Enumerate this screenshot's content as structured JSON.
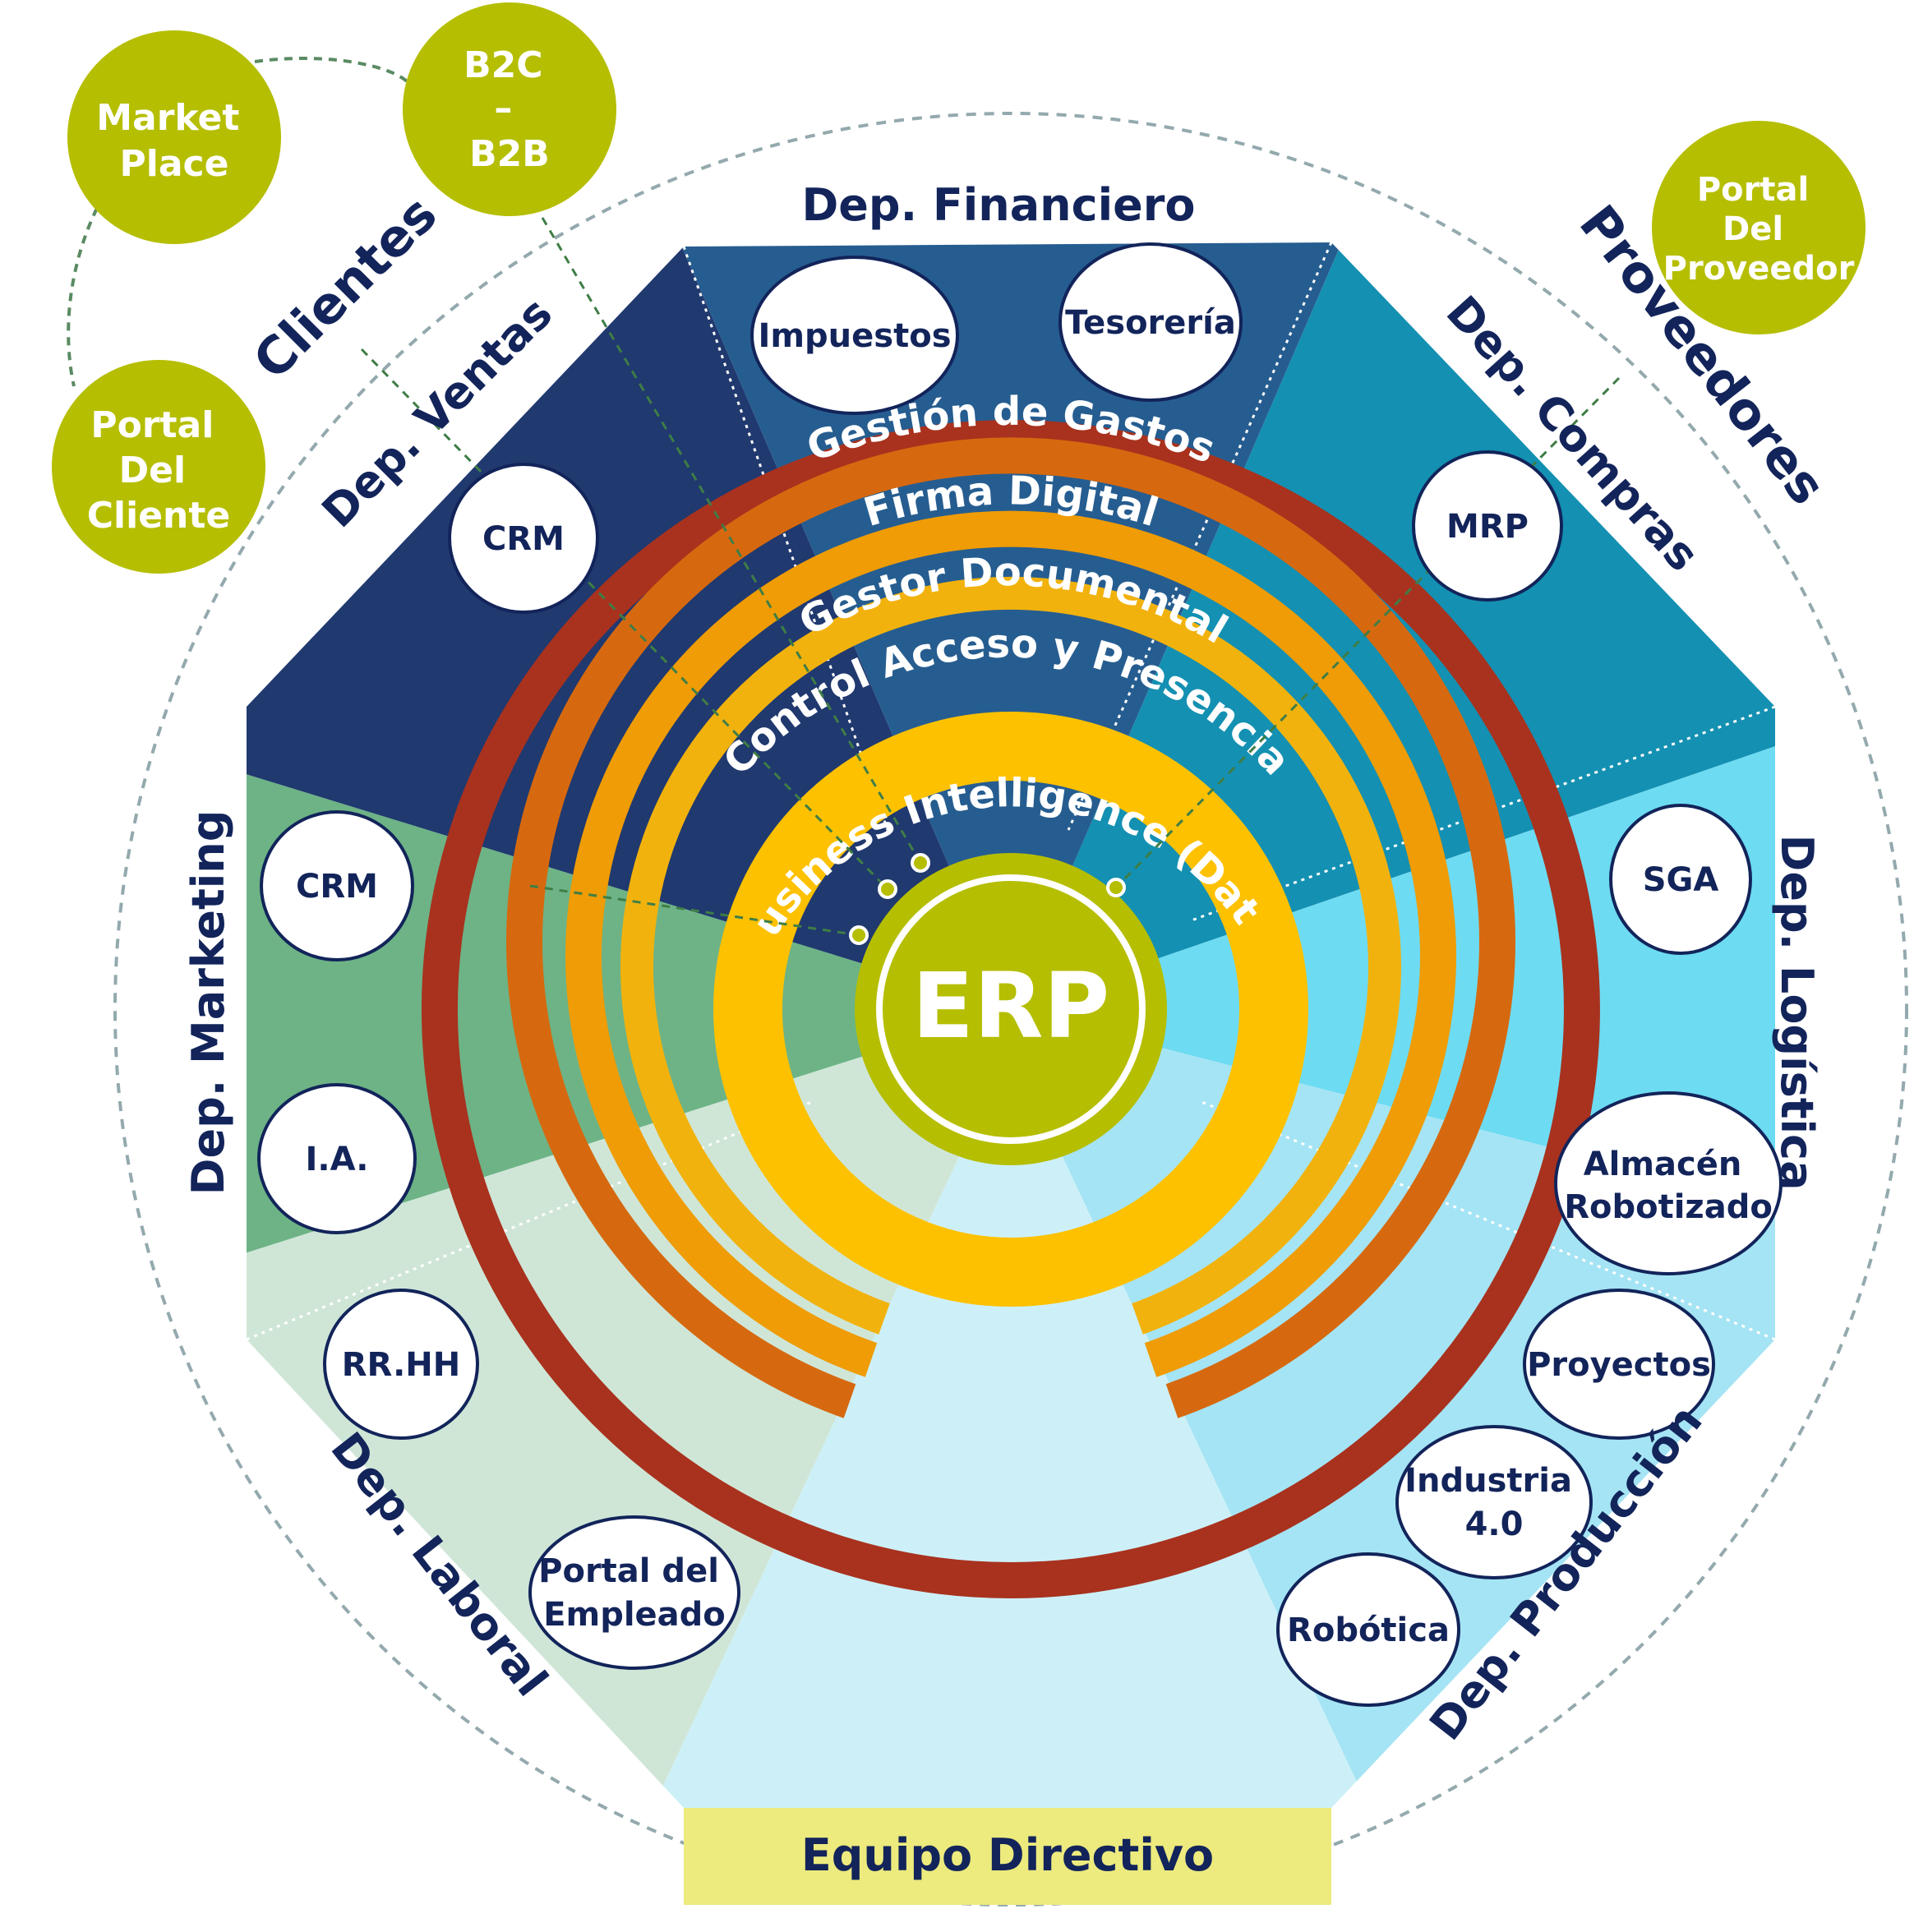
{
  "center": {
    "label": "ERP",
    "color": "#b5be00"
  },
  "departments": {
    "financiero": {
      "label": "Dep. Financiero",
      "color": "#265d90"
    },
    "compras": {
      "label": "Dep. Compras",
      "color": "#1490b2"
    },
    "logistica": {
      "label": "Dep. Logística",
      "color": "#6ddbf2"
    },
    "produccion": {
      "label": "Dep. Producción",
      "color": "#a5e4f4"
    },
    "laboral": {
      "label": "Dep. Laboral",
      "color": "#cfe6d7"
    },
    "marketing": {
      "label": "Dep. Marketing",
      "color": "#6db386"
    },
    "ventas": {
      "label": "Dep. Ventas",
      "color": "#20396f"
    },
    "directivo": {
      "label": "Equipo Directivo",
      "color": "#cdf0f8"
    }
  },
  "modules": {
    "impuestos": "Impuestos",
    "tesoreria": "Tesorería",
    "mrp": "MRP",
    "crm_ventas": "CRM",
    "crm_marketing": "CRM",
    "ia": "I.A.",
    "sga": "SGA",
    "almacen": [
      "Almacén",
      "Robotizado"
    ],
    "proyectos": "Proyectos",
    "industria": [
      "Industria",
      "4.0"
    ],
    "robotica": "Robótica",
    "rrhh": "RR.HH",
    "portal_empleado": [
      "Portal del",
      "Empleado"
    ]
  },
  "rings": [
    {
      "label": "Gestión de Gastos",
      "color": "#a8321e"
    },
    {
      "label": "Firma Digital",
      "color": "#d6690f"
    },
    {
      "label": "Gestor Documental",
      "color": "#ef9c06"
    },
    {
      "label": "Control Acceso y Presencia",
      "color": "#f2b20d"
    },
    {
      "label": "Business Intelligence (Data)",
      "color": "#fdc100"
    }
  ],
  "groups": {
    "clientes": "Clientes",
    "proveedores": "Proveedores"
  },
  "external": {
    "marketplace": [
      "Market",
      "Place"
    ],
    "b2c_b2b": [
      "B2C",
      "–",
      "B2B"
    ],
    "portal_cliente": [
      "Portal",
      "Del",
      "Cliente"
    ],
    "portal_proveedor": [
      "Portal",
      "Del",
      "Proveedor"
    ],
    "color": "#b5be00"
  },
  "footer": {
    "label": "Equipo Directivo",
    "color": "#edea7e"
  }
}
